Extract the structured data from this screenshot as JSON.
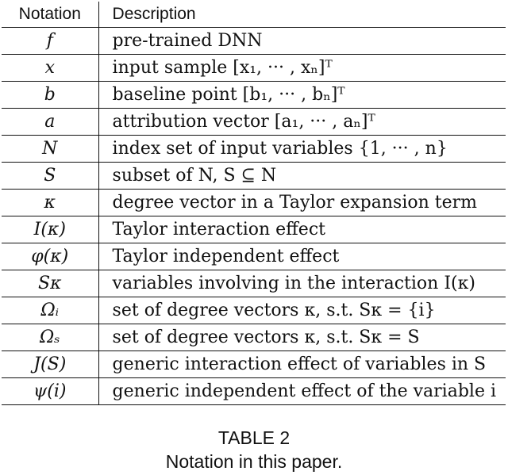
{
  "table": {
    "header": {
      "notation": "Notation",
      "description": "Description"
    },
    "rows": [
      {
        "notation": "f",
        "description": "pre-trained DNN",
        "bold": false
      },
      {
        "notation": "x",
        "description": "input sample [x₁, ··· , xₙ]ᵀ",
        "bold": true
      },
      {
        "notation": "b",
        "description": "baseline point [b₁, ··· , bₙ]ᵀ",
        "bold": true
      },
      {
        "notation": "a",
        "description": "attribution vector [a₁, ··· , aₙ]ᵀ",
        "bold": true
      },
      {
        "notation": "N",
        "description": "index set of input variables {1, ··· , n}",
        "bold": false
      },
      {
        "notation": "S",
        "description": "subset of N, S ⊆ N",
        "bold": false
      },
      {
        "notation": "κ",
        "description": "degree vector in a Taylor expansion term",
        "bold": true
      },
      {
        "notation": "I(κ)",
        "description": "Taylor interaction effect",
        "bold": false
      },
      {
        "notation": "φ(κ)",
        "description": "Taylor independent effect",
        "bold": false
      },
      {
        "notation": "Sκ",
        "description": "variables involving in the interaction I(κ)",
        "bold": false
      },
      {
        "notation": "Ωᵢ",
        "description": "set of degree vectors κ, s.t. Sκ = {i}",
        "bold": false
      },
      {
        "notation": "Ωₛ",
        "description": "set of degree vectors κ, s.t. Sκ = S",
        "bold": false
      },
      {
        "notation": "J(S)",
        "description": "generic interaction effect of variables in S",
        "bold": false
      },
      {
        "notation": "ψ(i)",
        "description": "generic independent effect of the variable i",
        "bold": false
      }
    ]
  },
  "caption": {
    "label": "TABLE 2",
    "text": "Notation in this paper."
  }
}
